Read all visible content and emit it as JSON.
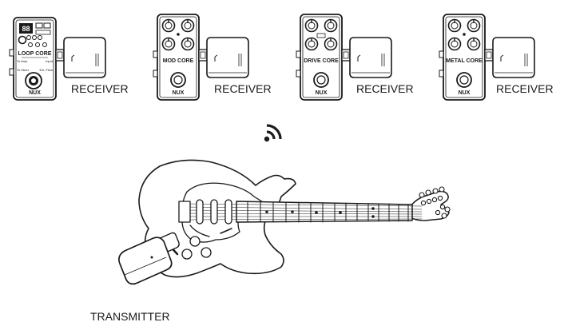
{
  "pedals": [
    {
      "name": "LOOP CORE",
      "brand": "NUX",
      "jack_left_top": "To Amp",
      "jack_left_bottom": "To Mixer",
      "jack_right_top": "Input",
      "jack_right_bottom": "Ext. Ftsw",
      "receiver_label": "RECEIVER"
    },
    {
      "name": "MOD CORE",
      "brand": "NUX",
      "receiver_label": "RECEIVER"
    },
    {
      "name": "DRIVE CORE",
      "brand": "NUX",
      "receiver_label": "RECEIVER"
    },
    {
      "name": "METAL CORE",
      "brand": "NUX",
      "receiver_label": "RECEIVER"
    }
  ],
  "wireless_signal": {
    "icon": "wifi-signal-icon"
  },
  "guitar": {
    "type": "electric guitar"
  },
  "transmitter": {
    "label": "TRANSMITTER"
  },
  "colors": {
    "stroke": "#1a1a1a",
    "fill": "#ffffff",
    "background": "#ffffff"
  }
}
